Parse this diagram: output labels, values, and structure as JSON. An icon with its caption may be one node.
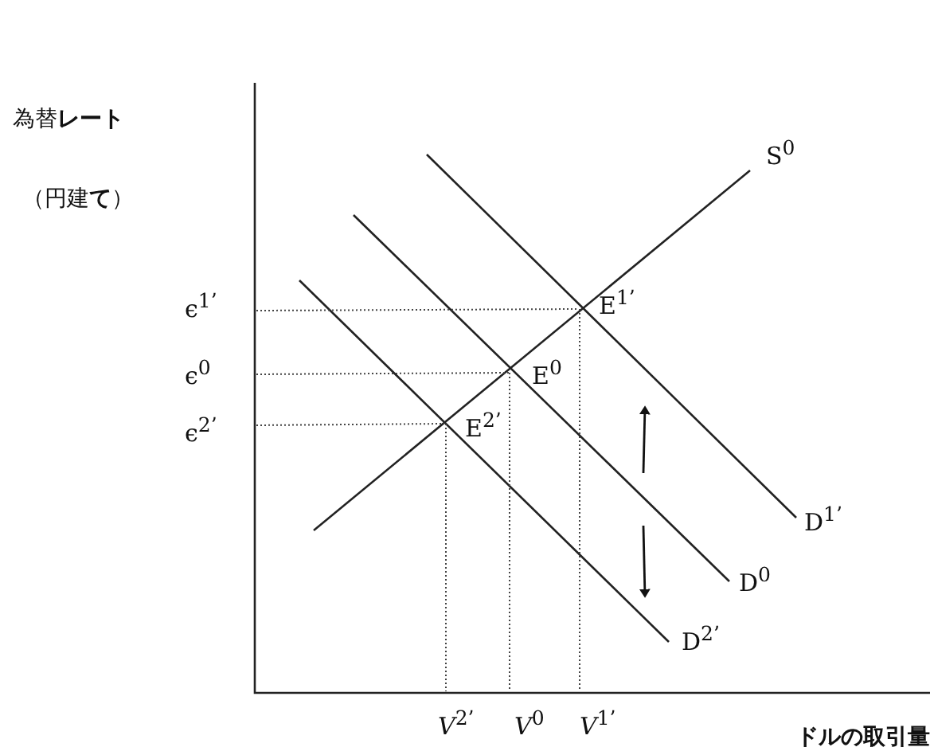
{
  "diagram": {
    "labels": [
      "為替**レート**",
      "（円建**て**）",
      "ϵ$^{1’}$",
      "ϵ$^{0}$",
      "ϵ$^{2’}$",
      "S$^{0}$",
      "E$^{1’}$",
      "E$^{0}$",
      "E$^{2’}$",
      "D$^{1’}$",
      "D$^{0}$",
      "D$^{2’}$",
      "*V*$^{2’}$",
      "*V*$^{0}$",
      "*V*$^{1’}$",
      "**ドルの取引量**"
    ]
  }
}
